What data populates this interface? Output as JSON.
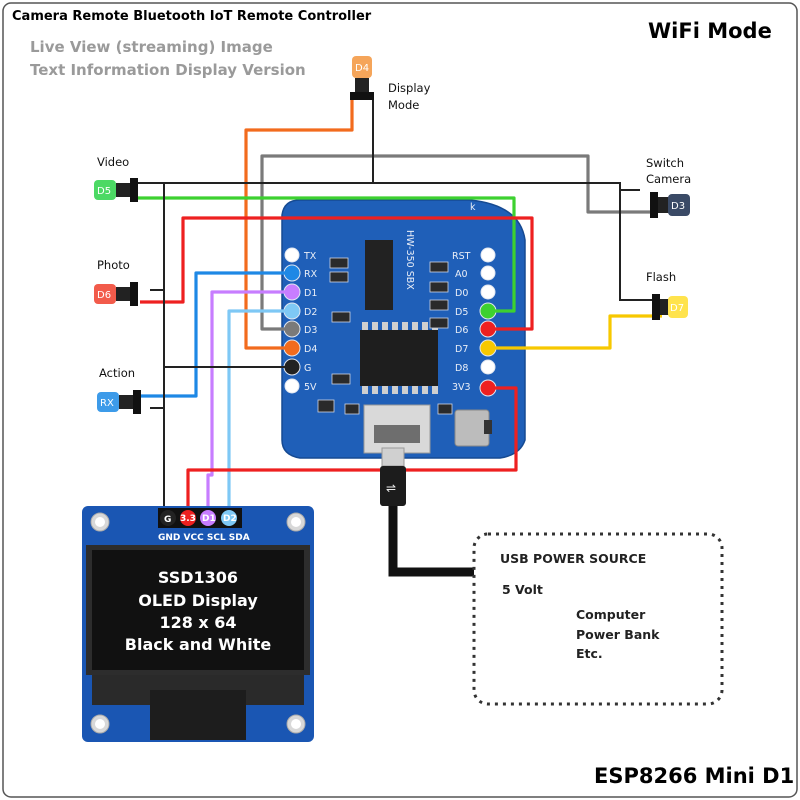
{
  "header": {
    "title": "Camera Remote Bluetooth IoT Remote Controller",
    "subtitle_line1": "Live View (streaming) Image",
    "subtitle_line2": "Text Information Display Version",
    "mode": "WiFi Mode"
  },
  "buttons": {
    "d4": {
      "pin": "D4",
      "label1": "Display",
      "label2": "Mode",
      "color": "#f5a55a"
    },
    "d5": {
      "pin": "D5",
      "label1": "Video",
      "color": "#4cd964"
    },
    "d6": {
      "pin": "D6",
      "label1": "Photo",
      "color": "#f25b4b"
    },
    "rx": {
      "pin": "RX",
      "label1": "Action",
      "color": "#3d9be9"
    },
    "d3": {
      "pin": "D3",
      "label1": "Switch",
      "label2": "Camera",
      "color": "#3a4a66"
    },
    "d7": {
      "pin": "D7",
      "label1": "Flash",
      "color": "#ffe34d"
    }
  },
  "board": {
    "left_pins": [
      "TX",
      "RX",
      "D1",
      "D2",
      "D3",
      "D4",
      "G",
      "5V"
    ],
    "right_pins": [
      "RST",
      "A0",
      "D0",
      "D5",
      "D6",
      "D7",
      "D8",
      "3V3"
    ],
    "chip_text": "HW-350 SBX",
    "corner_mark": "k"
  },
  "oled": {
    "header_pins": [
      "G",
      "3.3",
      "D1",
      "D2"
    ],
    "pin_labels": "GND VCC SCL SDA",
    "line1": "SSD1306",
    "line2": "OLED Display",
    "line3": "128 x 64",
    "line4": "Black and White"
  },
  "power": {
    "title": "USB POWER SOURCE",
    "voltage": "5 Volt",
    "source1": "Computer",
    "source2": "Power Bank",
    "source3": "Etc."
  },
  "footer": {
    "name": "ESP8266 Mini D1"
  },
  "wire_colors": {
    "orange": "#f26b1d",
    "gray": "#7a7a7a",
    "green": "#3dd130",
    "red": "#ee2020",
    "blue": "#1e88e5",
    "purple": "#c77dff",
    "lightblue": "#7ec8f5",
    "yellow": "#f7c800",
    "black": "#222222"
  }
}
